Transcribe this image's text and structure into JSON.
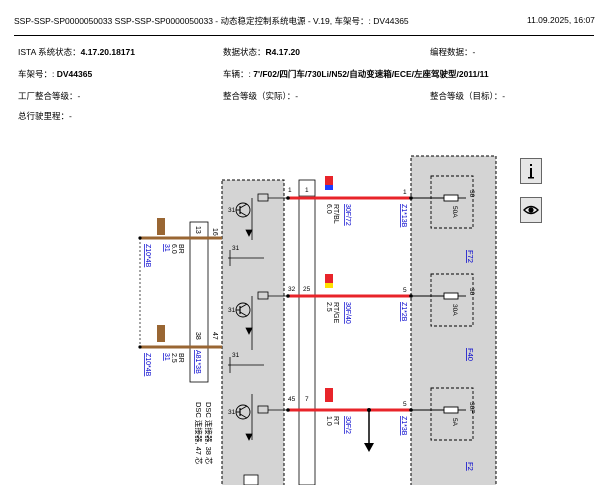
{
  "header": {
    "title": "SSP-SSP-SP0000050033 SSP-SSP-SP0000050033 - 动态稳定控制系统电源 - V.19, 车架号：: DV44365",
    "datetime": "11.09.2025,  16:07"
  },
  "info": {
    "ista_label": "ISTA 系统状态：",
    "ista_value": "4.17.20.18171",
    "data_label": "数据状态：",
    "data_value": "R4.17.20",
    "prog_label": "编程数据：-",
    "vin_label": "车架号：:",
    "vin_value": "DV44365",
    "vehicle_label": "车辆：:",
    "vehicle_value": "7'/F02/四门车/730Li/N52/自动变速箱/ECE/左座驾驶型/2011/11",
    "factory_level": "工厂整合等级：-",
    "actual_level": "整合等级（实际）：-",
    "target_level": "整合等级（目标）：-",
    "mileage": "总行驶里程：-"
  },
  "wiring": {
    "accent_red": "#e8242a",
    "connector_brown": "#996633",
    "module_gray": "#d4d4d4",
    "link_blue": "#0000cc",
    "ground_wires": [
      {
        "id": "Z10*4B",
        "term": "31",
        "size": "6.0",
        "color": "BR",
        "pin": "16"
      },
      {
        "id": "Z10*4B",
        "term": "31",
        "size": "2.5",
        "color": "BR",
        "pin": "38"
      }
    ],
    "left_connector": {
      "top": "13",
      "bottom": "A81*3B"
    },
    "dsc_label": "DSC 连接器, 47 芯",
    "dsc_label2": "DSC 连接器, 38 芯",
    "module_pins": [
      "1",
      "32",
      "47",
      "45"
    ],
    "connector_pins": [
      "1",
      "25",
      "7"
    ],
    "inner_labels": [
      "31",
      "31",
      "31",
      "31",
      "31"
    ],
    "circuits": [
      {
        "terminal": "30F/72",
        "size": "6.0",
        "color": "RT/BL",
        "fuse_conn": "Z1*13B",
        "conn_pin": "1",
        "fuse_pin": "30",
        "amps": "50A",
        "fuse": "F72",
        "stripe": "#1e3cff"
      },
      {
        "terminal": "30F/40",
        "size": "2.5",
        "color": "RT/GE",
        "fuse_conn": "Z1*2B",
        "conn_pin": "5",
        "fuse_pin": "30",
        "amps": "30A",
        "fuse": "F40",
        "stripe": "#ffe000"
      },
      {
        "terminal": "30F/2",
        "size": "1.0",
        "color": "RT",
        "fuse_conn": "Z1*3B",
        "conn_pin": "5",
        "fuse_pin": "30F",
        "amps": "5A",
        "fuse": "F2",
        "stripe": "#e8242a"
      }
    ]
  },
  "toolbar": {
    "info_icon": "info-icon",
    "eye_icon": "eye-icon"
  }
}
